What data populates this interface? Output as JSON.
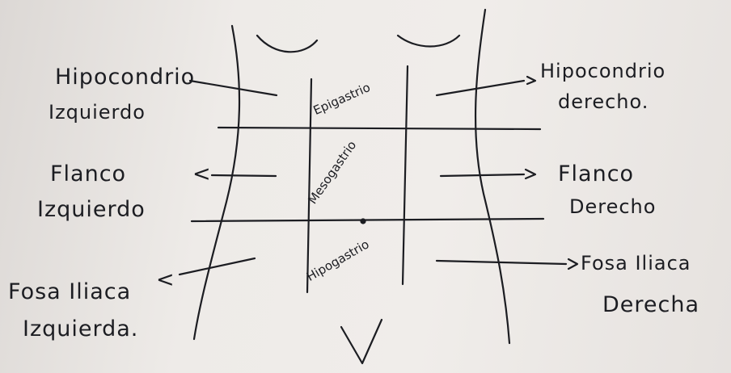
{
  "regions": {
    "hipocondrio_izquierdo": {
      "line1": "Hipocondrio",
      "line2": "Izquierdo"
    },
    "hipocondrio_derecho": {
      "line1": "Hipocondrio",
      "line2": "derecho."
    },
    "flanco_izquierdo": {
      "line1": "Flanco",
      "line2": "Izquierdo"
    },
    "flanco_derecho": {
      "line1": "Flanco",
      "line2": "Derecho"
    },
    "fosa_iliaca_izquierda": {
      "line1": "Fosa Iliaca",
      "line2": "Izquierda."
    },
    "fosa_iliaca_derecha": {
      "line1": "Fosa Iliaca",
      "line2": "Derecha"
    },
    "center": {
      "epigastrio": "Epigastrio",
      "mesogastrio": "Mesogastrio",
      "hipogastrio": "Hipogastrio"
    }
  },
  "arrows": {
    "left": "<",
    "right": ">"
  },
  "colors": {
    "paper": "#ece9e6",
    "ink": "#1c1d22"
  }
}
